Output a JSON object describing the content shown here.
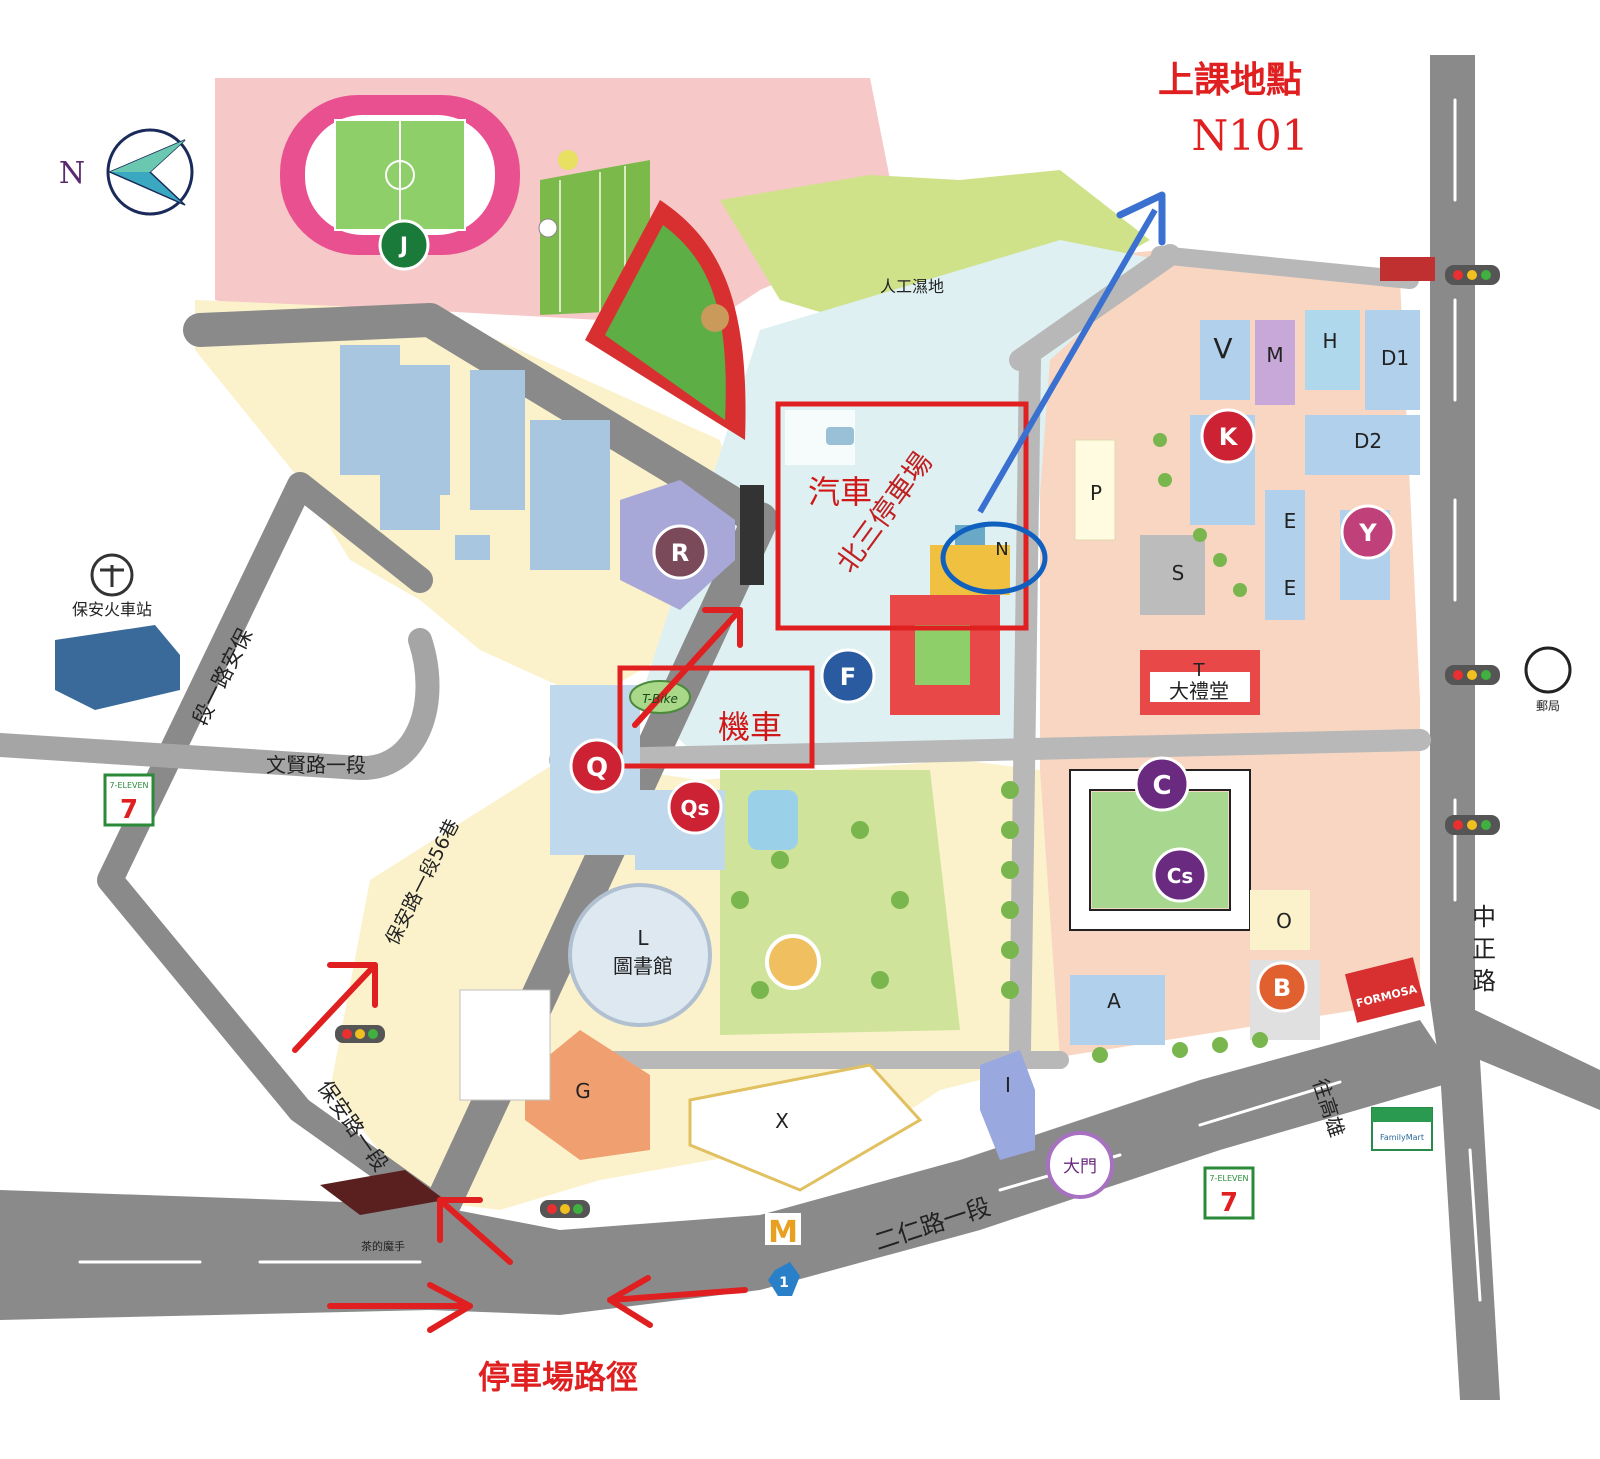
{
  "title": {
    "line1": "上課地點",
    "line2": "N101"
  },
  "legend_route": "停車場路徑",
  "parking": {
    "car": "汽車",
    "motor": "機車",
    "garage": "北三停車場",
    "tbike": "T-Bike"
  },
  "compass": "N",
  "roads": {
    "wenxian": "文賢路一段",
    "baoan_56": "保安路一段56巷",
    "baoan_1": "保安路一段",
    "baoan_unknown": "段一路安保",
    "erren": "二仁路一段",
    "zhongzheng": "中正路",
    "to_kaohsiung": "往高雄",
    "route_no": "1"
  },
  "places": {
    "station": "保安火車站",
    "wetland": "人工濕地",
    "library_code": "L",
    "library": "圖書館",
    "auditorium_code": "T",
    "auditorium": "大禮堂",
    "gate": "大門",
    "post": "郵局",
    "tea": "茶的魔手",
    "seven": "7-ELEVEN",
    "family": "FamilyMart",
    "formosa": "FORMOSA",
    "mcd": "M"
  },
  "building_badges": [
    {
      "code": "J",
      "color": "#1a7a3a"
    },
    {
      "code": "R",
      "color": "#7a4a5a"
    },
    {
      "code": "F",
      "color": "#2a5aa0"
    },
    {
      "code": "Q",
      "color": "#cc2233"
    },
    {
      "code": "Qs",
      "color": "#cc2233"
    },
    {
      "code": "K",
      "color": "#cc2233"
    },
    {
      "code": "Y",
      "color": "#c0407a"
    },
    {
      "code": "C",
      "color": "#6a2a80"
    },
    {
      "code": "Cs",
      "color": "#6a2a80"
    },
    {
      "code": "B",
      "color": "#e06030"
    }
  ],
  "building_letters": [
    "V",
    "M",
    "H",
    "D1",
    "D2",
    "P",
    "E",
    "E",
    "S",
    "N",
    "O",
    "A",
    "I",
    "G",
    "X"
  ],
  "colors": {
    "route": "#e02020",
    "target": "#1060c0",
    "road": "#8a8a8a"
  }
}
